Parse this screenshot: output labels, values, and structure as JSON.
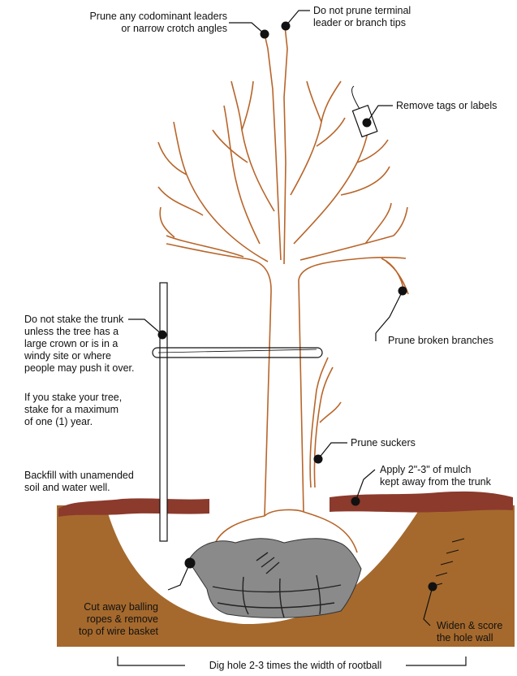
{
  "labels": {
    "codominant": "Prune any codominant leaders\nor narrow crotch angles",
    "terminal": "Do not prune terminal\nleader or branch tips",
    "tags": "Remove tags or labels",
    "broken": "Prune broken branches",
    "stake": "Do not stake the trunk\nunless the tree has a\nlarge crown or is in a\nwindy site or where\npeople may push it over.",
    "stake_time": "If you stake your tree,\nstake for a maximum\nof one (1) year.",
    "suckers": "Prune suckers",
    "backfill": "Backfill with unamended\nsoil and water well.",
    "mulch": "Apply 2\"-3\" of mulch\nkept away from the trunk",
    "balling": "Cut away balling\nropes & remove\ntop of wire basket",
    "widen": "Widen & score\nthe hole wall",
    "dig": "Dig hole 2-3 times the width of rootball"
  },
  "colors": {
    "tree": "#b8652a",
    "soil": "#a5692d",
    "mulch": "#8b3a2c",
    "rootball": "#8a8a8a",
    "ink": "#111111"
  }
}
